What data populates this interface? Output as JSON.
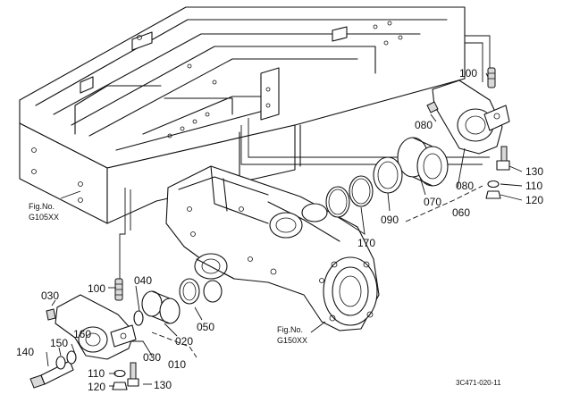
{
  "drawing_id": "3C471-020-11",
  "fig_refs": [
    {
      "title": "Fig.No.",
      "code": "G105XX"
    },
    {
      "title": "Fig.No.",
      "code": "G150XX"
    }
  ],
  "callouts": {
    "c030_left": "030",
    "c100_left": "100",
    "c040": "040",
    "c050": "050",
    "c020": "020",
    "c160": "160",
    "c150": "150",
    "c140": "140",
    "c110_left": "110",
    "c120_left": "120",
    "c130_left": "130",
    "c030_bottom": "030",
    "c010": "010",
    "c100_right": "100",
    "c080_a": "080",
    "c130_right": "130",
    "c110_right": "110",
    "c120_right": "120",
    "c080_b": "080",
    "c070": "070",
    "c060": "060",
    "c090": "090",
    "c170": "170"
  }
}
